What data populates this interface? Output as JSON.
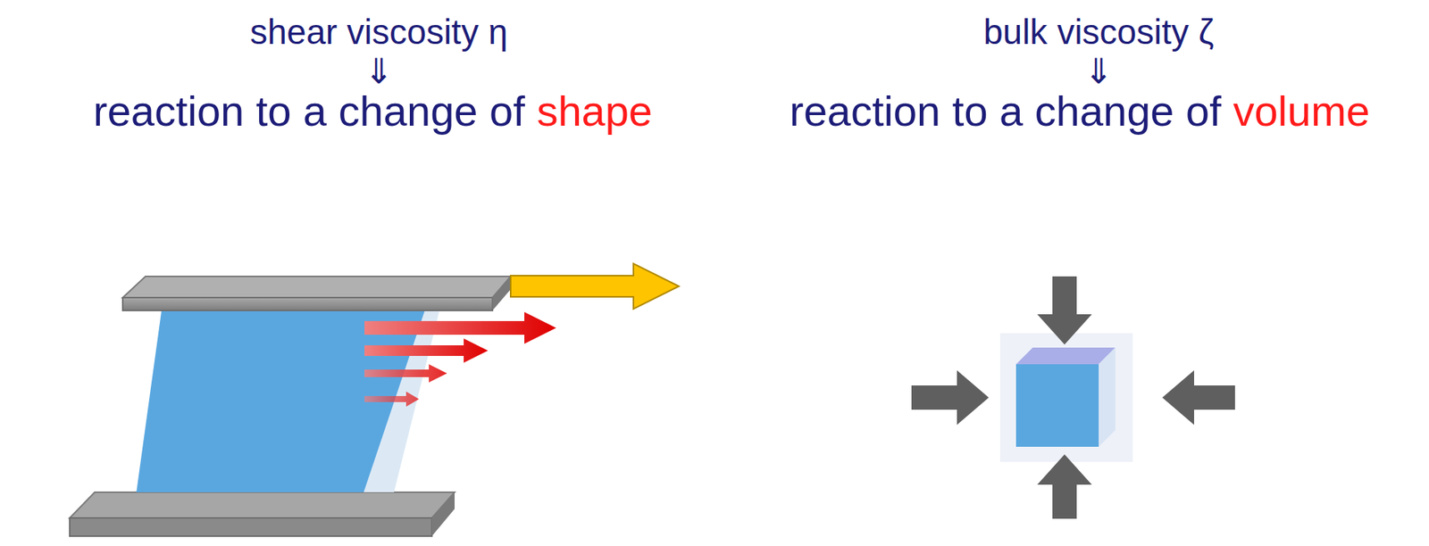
{
  "diagram": {
    "labels": [
      "shear viscosity η",
      "⇓",
      "reaction to a change of",
      "shape",
      "bulk viscosity ζ",
      "⇓",
      "reaction to a change of",
      "volume"
    ]
  }
}
